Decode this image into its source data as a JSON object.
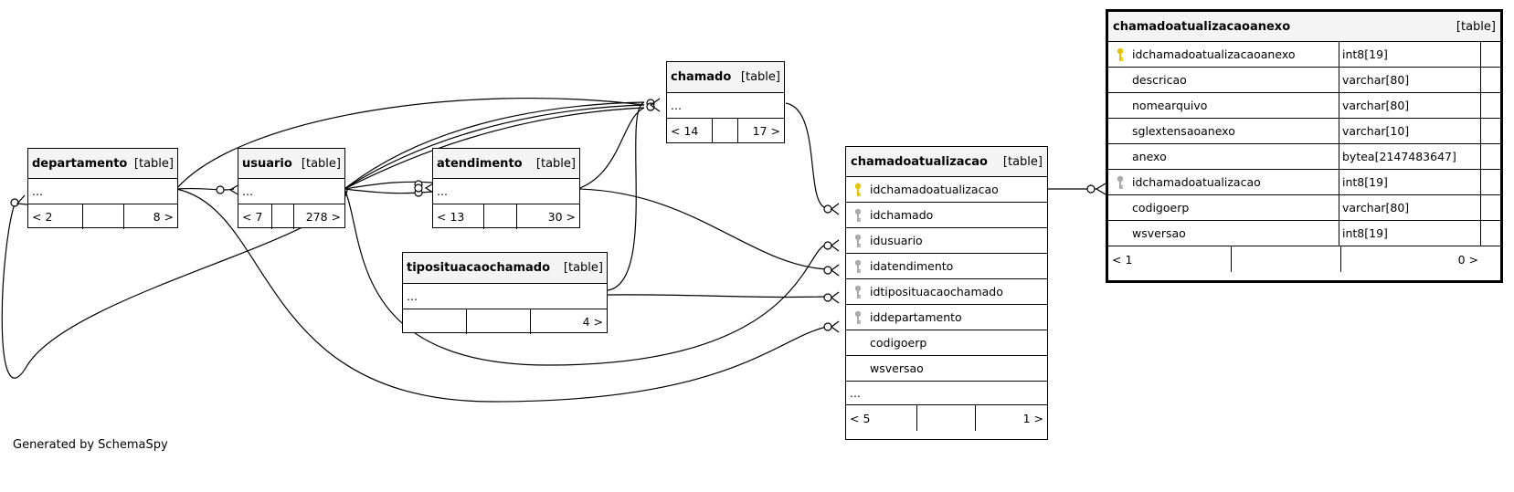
{
  "footer": "Generated by SchemaSpy",
  "colors": {
    "pk_key": "#e3c400",
    "fk_key": "#aaaaaa",
    "header_bg": "#f4f4f4",
    "line": "#000000"
  },
  "tables": {
    "departamento": {
      "name": "departamento",
      "tag": "[table]",
      "dots": "...",
      "count_left": "< 2",
      "count_mid": "",
      "count_right": "8 >"
    },
    "usuario": {
      "name": "usuario",
      "tag": "[table]",
      "dots": "...",
      "count_left": "< 7",
      "count_mid": "",
      "count_right": "278 >"
    },
    "atendimento": {
      "name": "atendimento",
      "tag": "[table]",
      "dots": "...",
      "count_left": "< 13",
      "count_mid": "",
      "count_right": "30 >"
    },
    "chamado": {
      "name": "chamado",
      "tag": "[table]",
      "dots": "...",
      "count_left": "< 14",
      "count_mid": "",
      "count_right": "17 >"
    },
    "tiposituacaochamado": {
      "name": "tiposituacaochamado",
      "tag": "[table]",
      "dots": "...",
      "count_left": "",
      "count_mid": "",
      "count_right": "4 >"
    },
    "chamadoatualizacao": {
      "name": "chamadoatualizacao",
      "tag": "[table]",
      "columns": [
        {
          "name": "idchamadoatualizacao",
          "key": "pk-key-icon"
        },
        {
          "name": "idchamado",
          "key": "fk-key-icon"
        },
        {
          "name": "idusuario",
          "key": "fk-key-icon"
        },
        {
          "name": "idatendimento",
          "key": "fk-key-icon"
        },
        {
          "name": "idtiposituacaochamado",
          "key": "fk-key-icon"
        },
        {
          "name": "iddepartamento",
          "key": "fk-key-icon"
        },
        {
          "name": "codigoerp",
          "key": ""
        },
        {
          "name": "wsversao",
          "key": ""
        }
      ],
      "dots": "...",
      "count_left": "< 5",
      "count_mid": "",
      "count_right": "1 >"
    },
    "chamadoatualizacaoanexo": {
      "name": "chamadoatualizacaoanexo",
      "tag": "[table]",
      "columns": [
        {
          "name": "idchamadoatualizacaoanexo",
          "type": "int8[19]",
          "key": "pk-key-icon"
        },
        {
          "name": "descricao",
          "type": "varchar[80]",
          "key": ""
        },
        {
          "name": "nomearquivo",
          "type": "varchar[80]",
          "key": ""
        },
        {
          "name": "sglextensaoanexo",
          "type": "varchar[10]",
          "key": ""
        },
        {
          "name": "anexo",
          "type": "bytea[2147483647]",
          "key": ""
        },
        {
          "name": "idchamadoatualizacao",
          "type": "int8[19]",
          "key": "fk-key-icon"
        },
        {
          "name": "codigoerp",
          "type": "varchar[80]",
          "key": ""
        },
        {
          "name": "wsversao",
          "type": "int8[19]",
          "key": ""
        }
      ],
      "count_left": "< 1",
      "count_mid": "",
      "count_right": "0 >"
    }
  }
}
